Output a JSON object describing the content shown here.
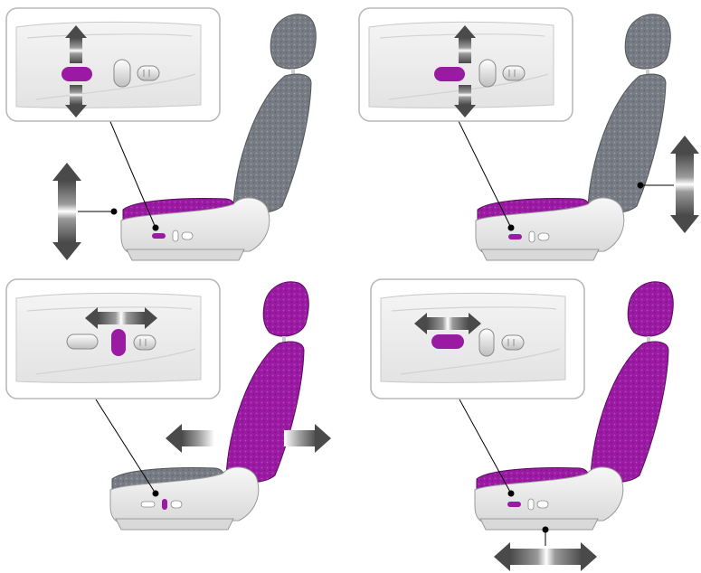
{
  "colors": {
    "accent": "#9b1aa3",
    "fabric": "#767b84",
    "panel_stroke": "#b9b9b9",
    "arrow": "#4a4a4a",
    "seat_shell": "#ededed",
    "background": "#ffffff"
  },
  "panels": [
    {
      "id": "panel-seat-height",
      "adjustment": "vertical",
      "active_control": "front-horizontal-switch",
      "highlighted_part": "cushion"
    },
    {
      "id": "panel-seat-height-backrest",
      "adjustment": "vertical",
      "active_control": "front-horizontal-switch",
      "highlighted_part": "cushion"
    },
    {
      "id": "panel-backrest-recline",
      "adjustment": "fore-aft",
      "active_control": "vertical-switch",
      "highlighted_part": "backrest"
    },
    {
      "id": "panel-seat-fore-aft",
      "adjustment": "fore-aft",
      "active_control": "front-horizontal-switch",
      "highlighted_part": "whole-seat"
    }
  ]
}
